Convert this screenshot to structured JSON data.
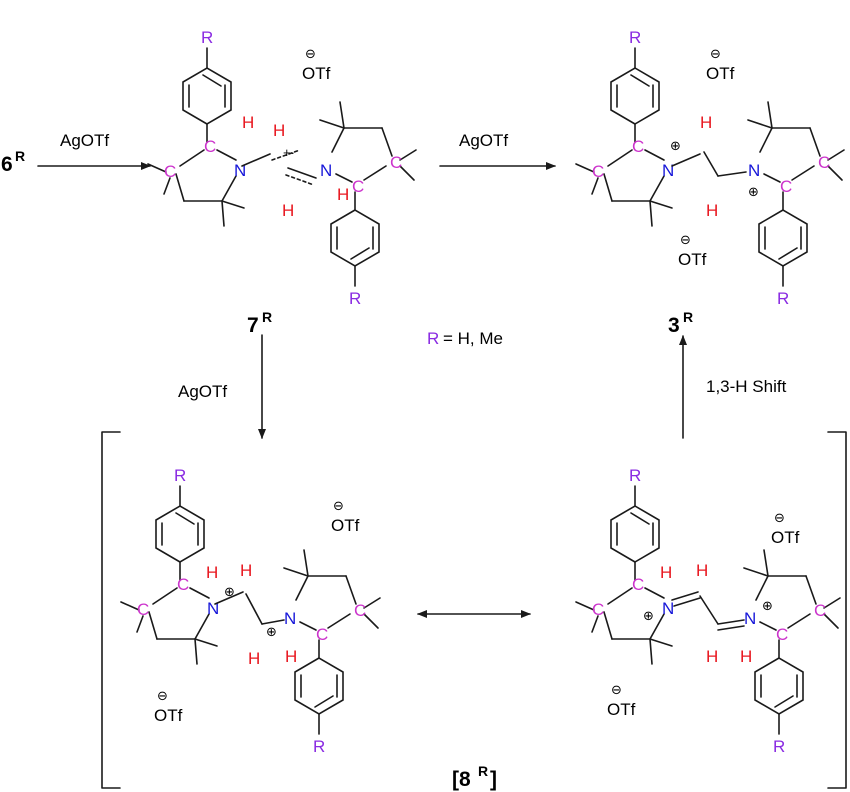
{
  "reagents": {
    "agotf": "AgOTf",
    "shift": "1,3-H Shift"
  },
  "compounds": {
    "start": {
      "num": "6",
      "sup": "R"
    },
    "c7": {
      "num": "7",
      "sup": "R"
    },
    "c3": {
      "num": "3",
      "sup": "R"
    },
    "c8": {
      "num": "[8",
      "sup": "R",
      "close": "]"
    }
  },
  "legend": {
    "r": "R",
    "text": "= H, Me"
  },
  "atoms": {
    "C": "C",
    "N": "N",
    "H": "H",
    "R": "R"
  },
  "counterion": {
    "text": "OTf",
    "minus": "⊖",
    "plus": "⊕"
  },
  "colors": {
    "carbon": "#cc33cc",
    "hydrogen": "#e8171f",
    "nitrogen": "#1717d9",
    "substituent": "#8a2be2",
    "bonds": "#1a1a1a"
  }
}
